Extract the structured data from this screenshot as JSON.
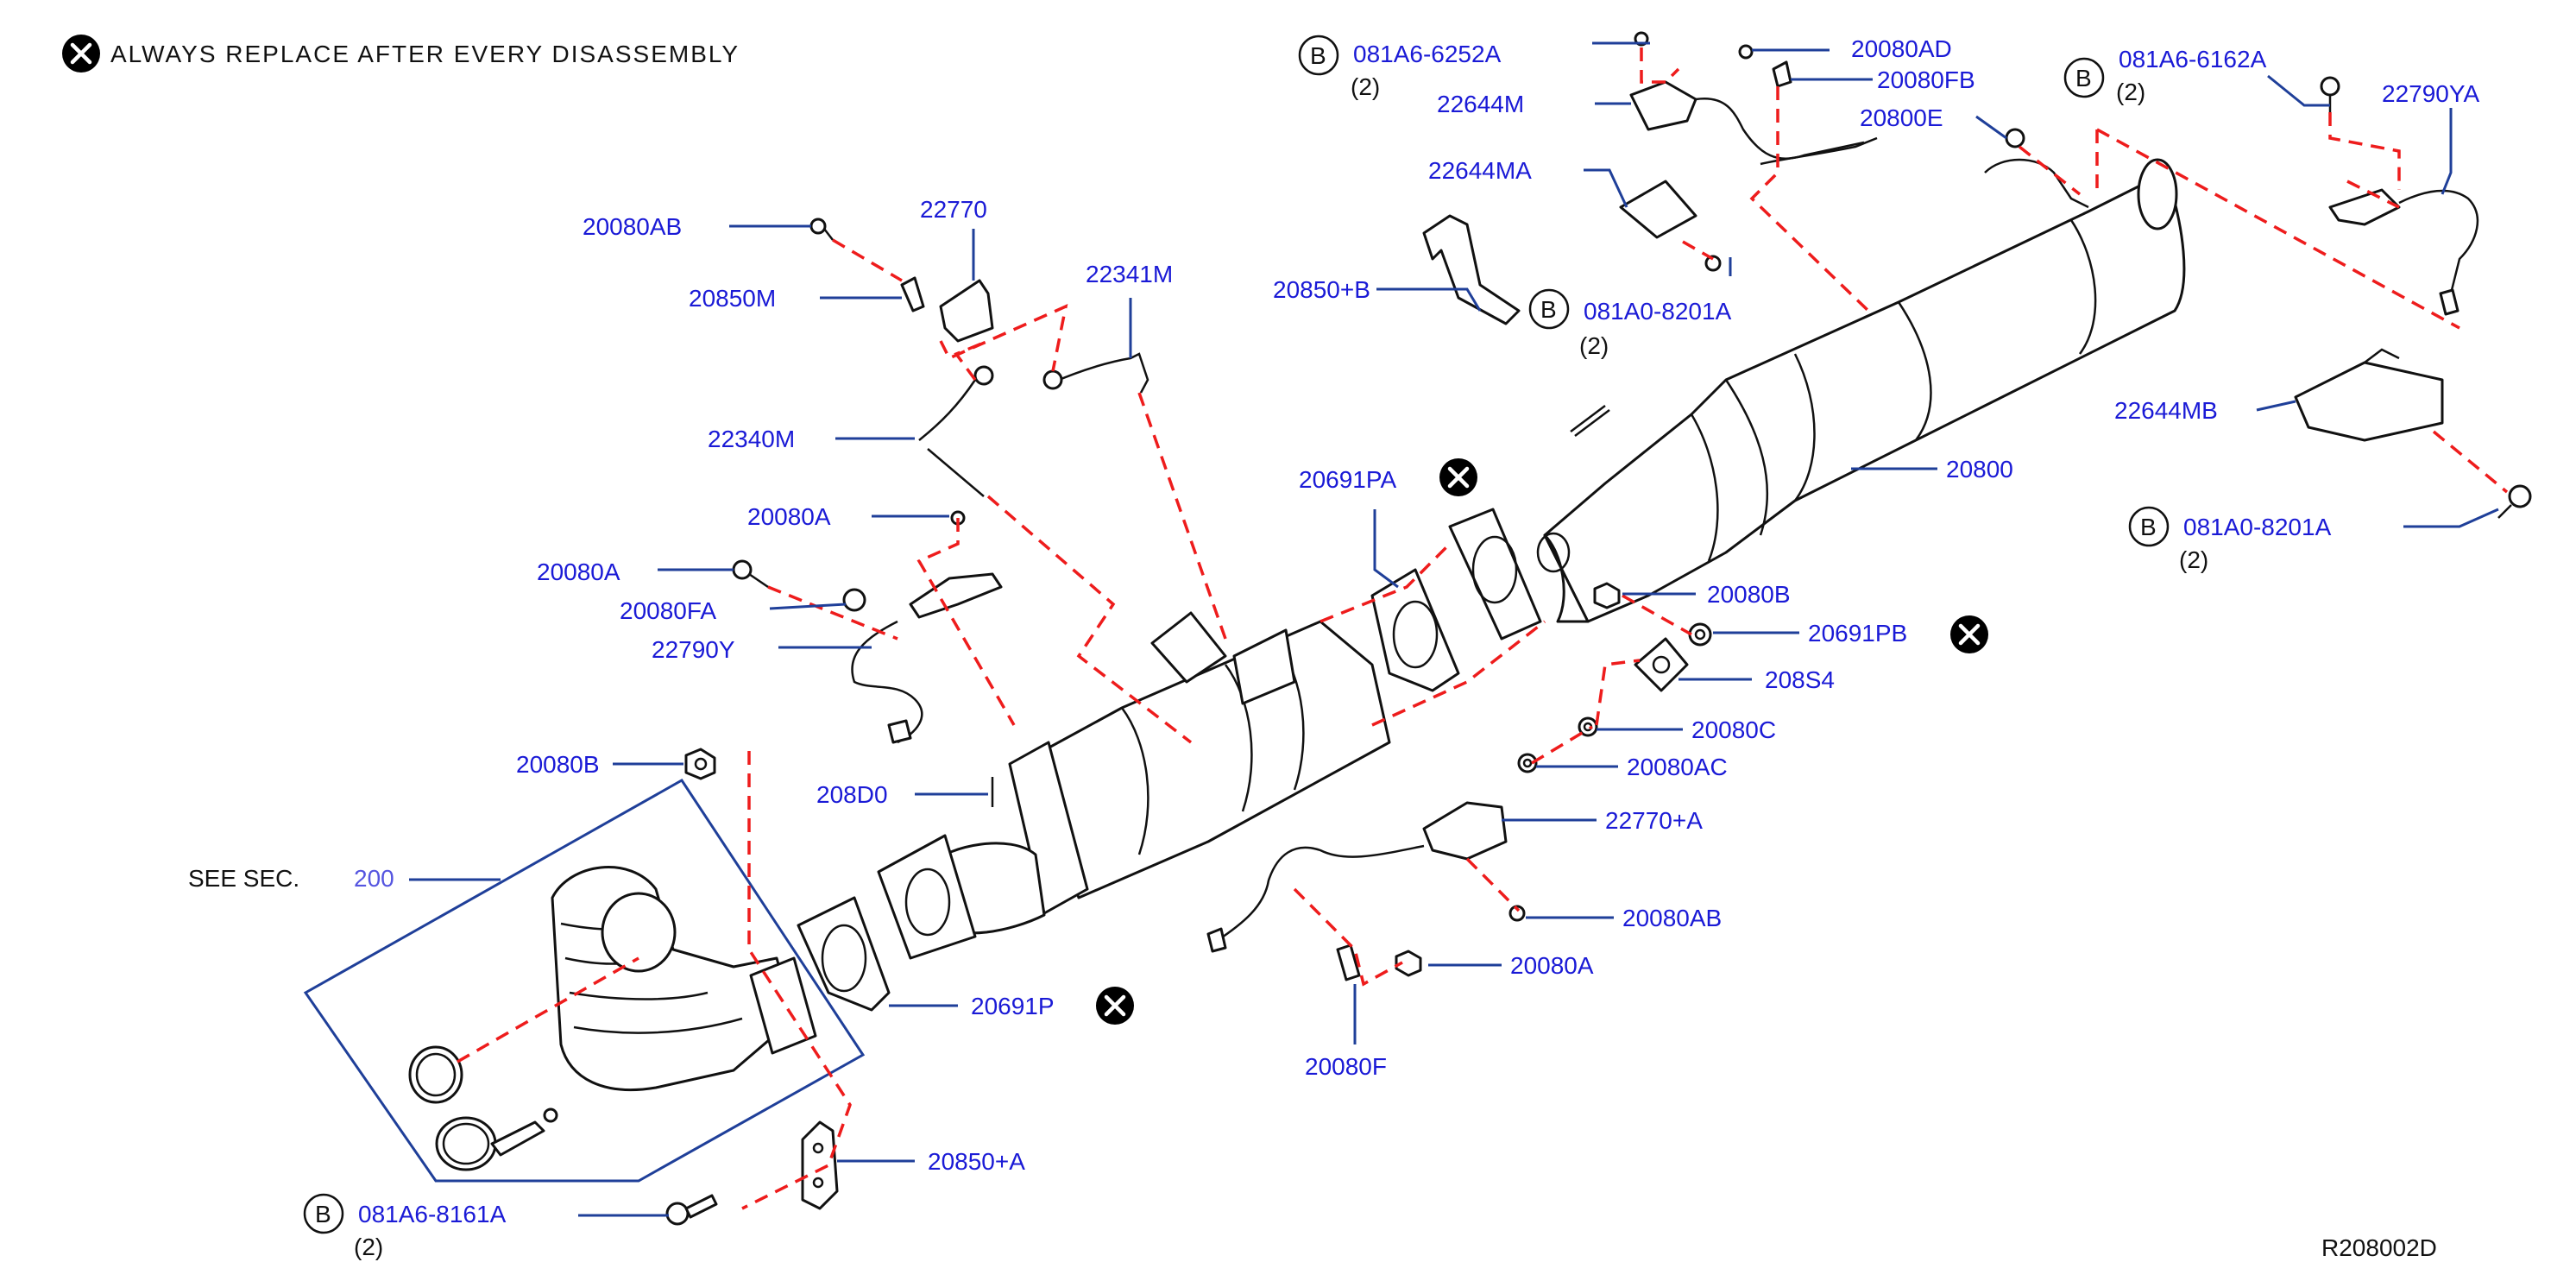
{
  "note": {
    "text": "ALWAYS  REPLACE  AFTER  EVERY  DISASSEMBLY"
  },
  "see_section": {
    "text": "SEE  SEC.",
    "number": "200"
  },
  "figure_code": "R208002D",
  "b_symbol": "B",
  "labels": {
    "l_20080AB_top": "20080AB",
    "l_22770": "22770",
    "l_20850M": "20850M",
    "l_22341M": "22341M",
    "l_22340M": "22340M",
    "l_20080A_a": "20080A",
    "l_20080A_b": "20080A",
    "l_20080FA": "20080FA",
    "l_22790Y": "22790Y",
    "l_20080B_left": "20080B",
    "l_208D0": "208D0",
    "l_20691P": "20691P",
    "l_20850pA": "20850+A",
    "l_20691PA": "20691PA",
    "l_20850pB": "20850+B",
    "l_22644MA": "22644MA",
    "l_22644M": "22644M",
    "l_20080AD": "20080AD",
    "l_20080FB": "20080FB",
    "l_20800E": "20800E",
    "l_22790YA": "22790YA",
    "l_22644MB": "22644MB",
    "l_20800": "20800",
    "l_20080B_mid": "20080B",
    "l_20691PB": "20691PB",
    "l_208S4": "208S4",
    "l_20080C": "20080C",
    "l_20080AC": "20080AC",
    "l_22770pA": "22770+A",
    "l_20080AB_bot": "20080AB",
    "l_20080A_c": "20080A",
    "l_20080F": "20080F"
  },
  "bolts": {
    "b1": {
      "part": "081A6-6252A",
      "qty": "(2)"
    },
    "b2": {
      "part": "081A0-8201A",
      "qty": "(2)"
    },
    "b3": {
      "part": "081A6-6162A",
      "qty": "(2)"
    },
    "b4": {
      "part": "081A0-8201A",
      "qty": "(2)"
    },
    "b5": {
      "part": "081A6-8161A",
      "qty": "(2)"
    }
  },
  "colors": {
    "label_blue": "#1a1ad6",
    "leader_blue": "#1f3f99",
    "dashed_red": "#ee1c1c",
    "outline_black": "#111111"
  },
  "icons": [
    "replace-after-disassembly-icon",
    "bolt-symbol-b-icon"
  ]
}
